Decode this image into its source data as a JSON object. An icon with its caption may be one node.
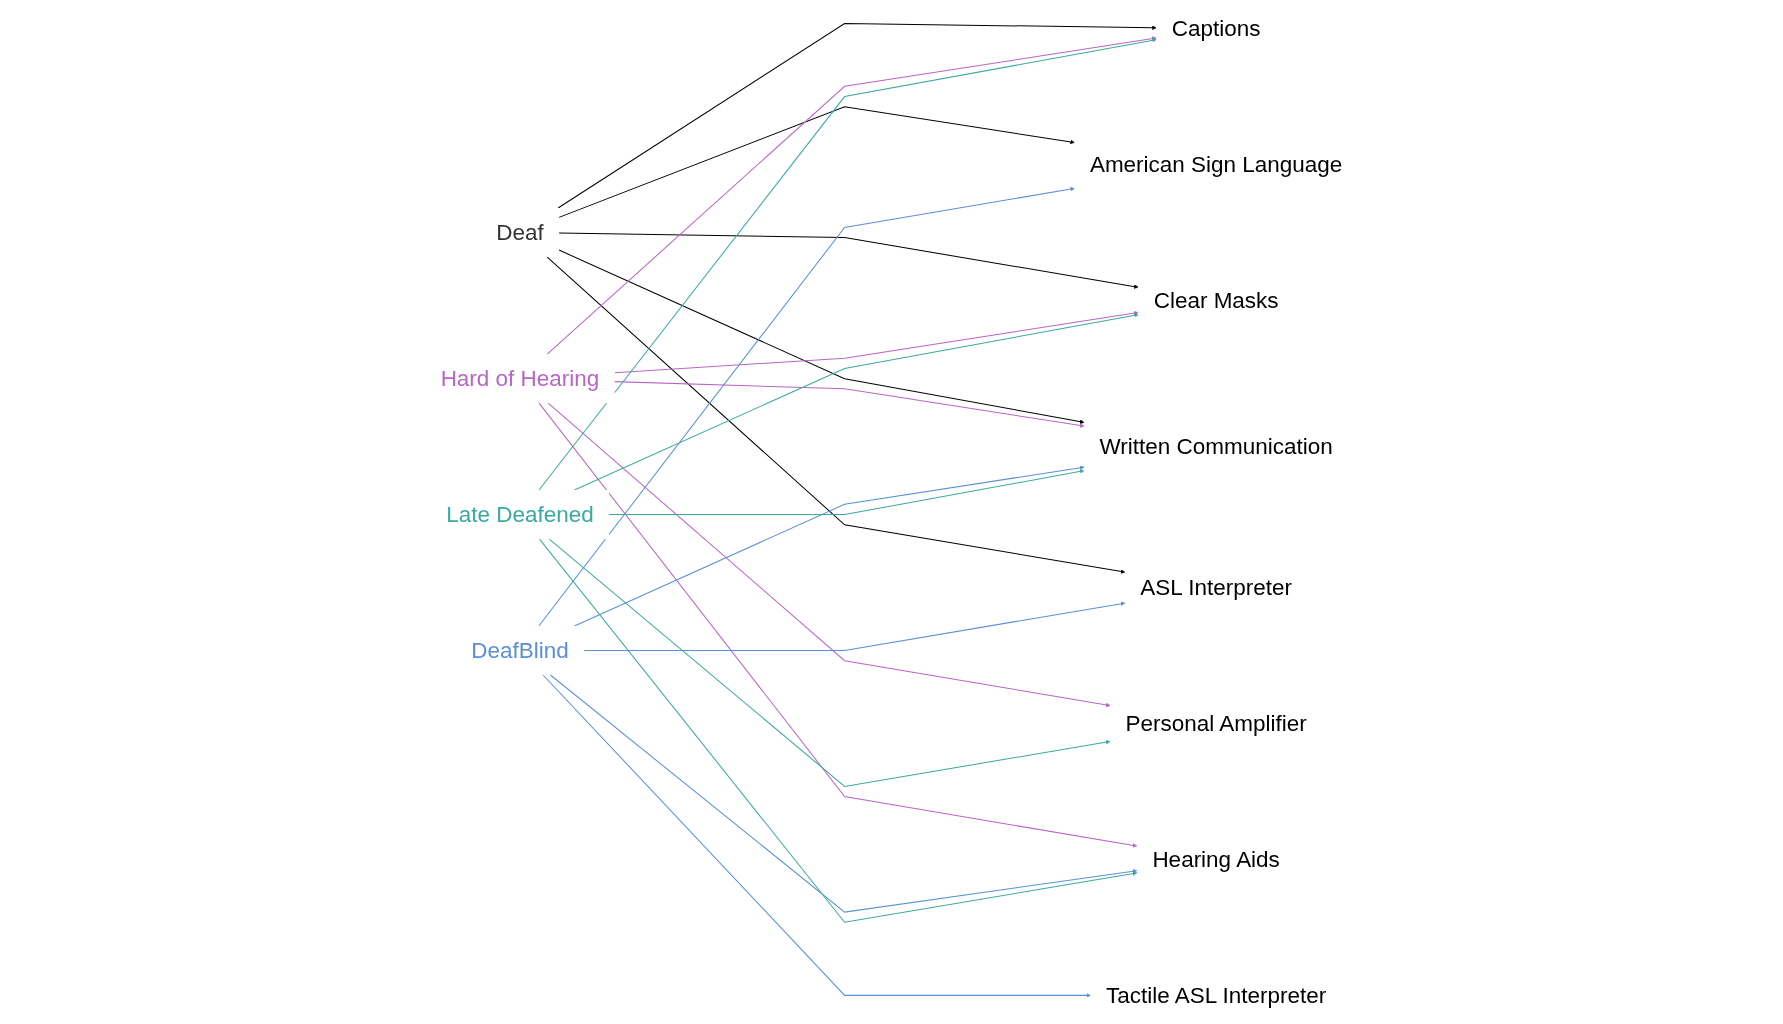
{
  "diagram": {
    "nodes": [
      {
        "text": [
          "Deaf"
        ]
      },
      {
        "text": [
          "Hard of Hearing"
        ]
      },
      {
        "text": [
          "DeafBlind"
        ]
      },
      {
        "text": [
          "Late Deafened"
        ]
      },
      {
        "text": [
          "Captions"
        ]
      },
      {
        "text": [
          "American Sign Language"
        ]
      },
      {
        "text": [
          "Clear Masks"
        ]
      },
      {
        "text": [
          "Personal Amplifier"
        ]
      },
      {
        "text": [
          "Tactile ASL Interpreter"
        ]
      },
      {
        "text": [
          "Written Communication"
        ]
      },
      {
        "text": [
          "Hearing Aids"
        ]
      },
      {
        "text": [
          "ASL Interpreter"
        ]
      }
    ],
    "edges": [
      {
        "from": 0,
        "to": 4,
        "arrow": "to",
        "color": "#000000"
      },
      {
        "from": 0,
        "to": 5,
        "arrow": "to",
        "color": "#000000"
      },
      {
        "from": 0,
        "to": 6,
        "arrow": "to",
        "color": "#000000"
      },
      {
        "from": 0,
        "to": 9,
        "arrow": "to",
        "color": "#000000"
      },
      {
        "from": 0,
        "to": 11,
        "arrow": "to",
        "color": "#000000"
      },
      {
        "from": 1,
        "to": 4,
        "arrow": "to",
        "color": "#b866c4"
      },
      {
        "from": 1,
        "to": 6,
        "arrow": "to",
        "color": "#b866c4"
      },
      {
        "from": 1,
        "to": 7,
        "arrow": "to",
        "color": "#b866c4"
      },
      {
        "from": 1,
        "to": 9,
        "arrow": "to",
        "color": "#b866c4"
      },
      {
        "from": 1,
        "to": 10,
        "arrow": "to",
        "color": "#b866c4"
      },
      {
        "from": 2,
        "to": 5,
        "arrow": "to",
        "color": "#5b8fd6"
      },
      {
        "from": 2,
        "to": 8,
        "arrow": "to",
        "color": "#5b8fd6"
      },
      {
        "from": 2,
        "to": 9,
        "arrow": "to",
        "color": "#5b8fd6"
      },
      {
        "from": 2,
        "to": 10,
        "arrow": "to",
        "color": "#5b8fd6"
      },
      {
        "from": 2,
        "to": 11,
        "arrow": "to",
        "color": "#5b8fd6"
      },
      {
        "from": 3,
        "to": 4,
        "arrow": "to",
        "color": "#3aaa9e"
      },
      {
        "from": 3,
        "to": 6,
        "arrow": "to",
        "color": "#3aaa9e"
      },
      {
        "from": 3,
        "to": 7,
        "arrow": "to",
        "color": "#3aaa9e"
      },
      {
        "from": 3,
        "to": 9,
        "arrow": "to",
        "color": "#3aaa9e"
      },
      {
        "from": 3,
        "to": 10,
        "arrow": "to",
        "color": "#3aaa9e"
      }
    ]
  }
}
